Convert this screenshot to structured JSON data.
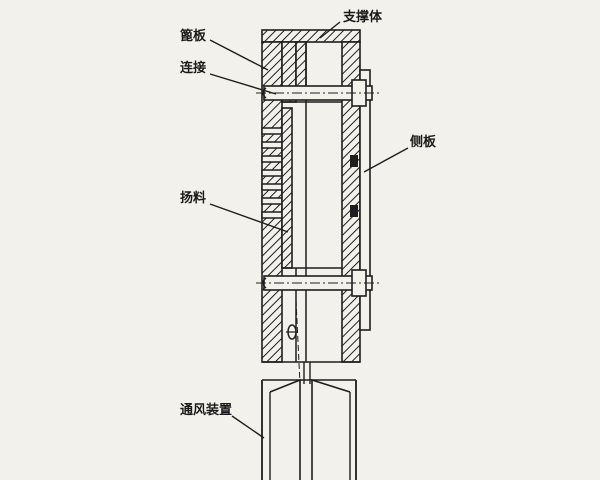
{
  "labels": {
    "support": "支撑体",
    "grate": "篦板",
    "connection": "连接",
    "side_plate": "侧板",
    "lifting": "扬料",
    "ventilation": "通风装置"
  },
  "colors": {
    "background": "#f3f1ec",
    "line": "#1e1e1e"
  }
}
